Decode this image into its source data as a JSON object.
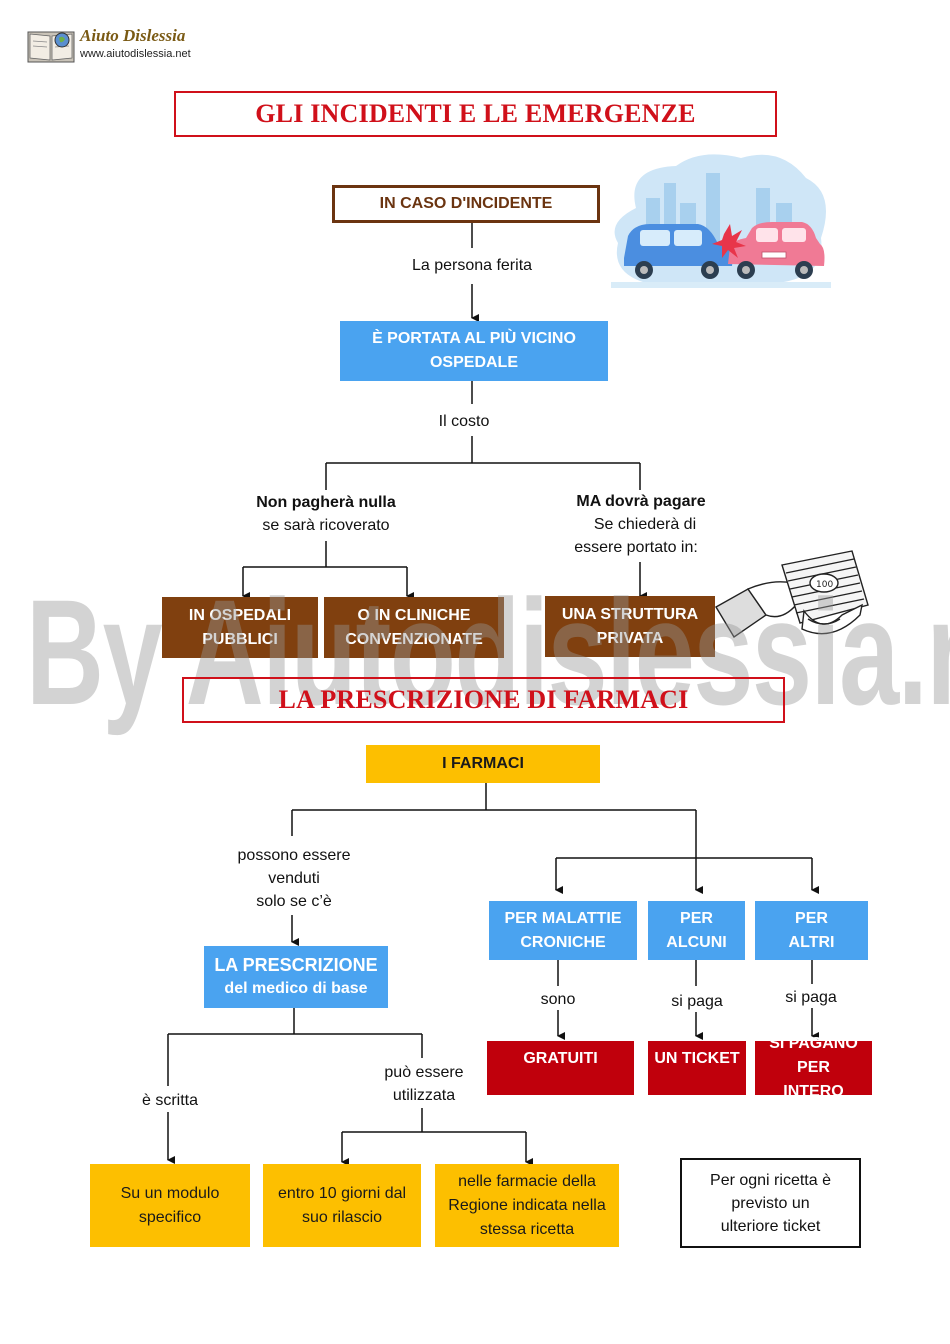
{
  "logo": {
    "name": "Aiuto Dislessia",
    "url": "www.aiutodislessia.net"
  },
  "section1": {
    "title": "GLI INCIDENTI E LE EMERGENZE",
    "root": "IN CASO D'INCIDENTE",
    "edge_injured": "La persona ferita",
    "hospital": "È PORTATA AL PIÙ VICINO OSPEDALE",
    "edge_cost": "Il costo",
    "left_branch": {
      "bold": "Non pagherà nulla",
      "text": "se sarà ricoverato"
    },
    "right_branch": {
      "bold": "MA dovrà pagare",
      "line2": "Se chiederà  di",
      "line3": "essere portato in:"
    },
    "box_public": "IN OSPEDALI PUBBLICI",
    "box_clinics": "O IN CLINICHE CONVENZIONATE",
    "box_private": "UNA STRUTTURA PRIVATA"
  },
  "watermark": "By Aiutodislessia.net",
  "section2": {
    "title": "LA PRESCRIZIONE DI FARMACI",
    "root": "I FARMACI",
    "edge_sold": [
      "possono essere",
      "venduti",
      "solo se c’è"
    ],
    "prescription": {
      "line1": "LA PRESCRIZIONE",
      "line2": "del medico di base"
    },
    "edge_written": "è scritta",
    "edge_used": [
      "può essere",
      "utilizzata"
    ],
    "box_module": "Su un modulo specifico",
    "box_days": "entro 10 giorni dal suo rilascio",
    "box_pharmacies": "nelle farmacie della Regione indicata nella stessa ricetta",
    "chronic": "PER MALATTIE CRONICHE",
    "some": "PER ALCUNI",
    "others": "PER ALTRI",
    "edge_sono": "sono",
    "edge_paga1": "si paga",
    "edge_paga2": "si paga",
    "free": "GRATUITI",
    "ticket": "UN TICKET",
    "full": "SI PAGANO PER  INTERO",
    "note": "Per ogni ricetta è previsto un ulteriore ticket"
  },
  "colors": {
    "title_red": "#d0101a",
    "blue": "#4aa3f0",
    "brown": "#80400f",
    "yellow": "#fdbf00",
    "red": "#c0000c"
  },
  "icons": [
    "book-logo-icon",
    "car-crash-illustration",
    "money-hand-illustration"
  ]
}
